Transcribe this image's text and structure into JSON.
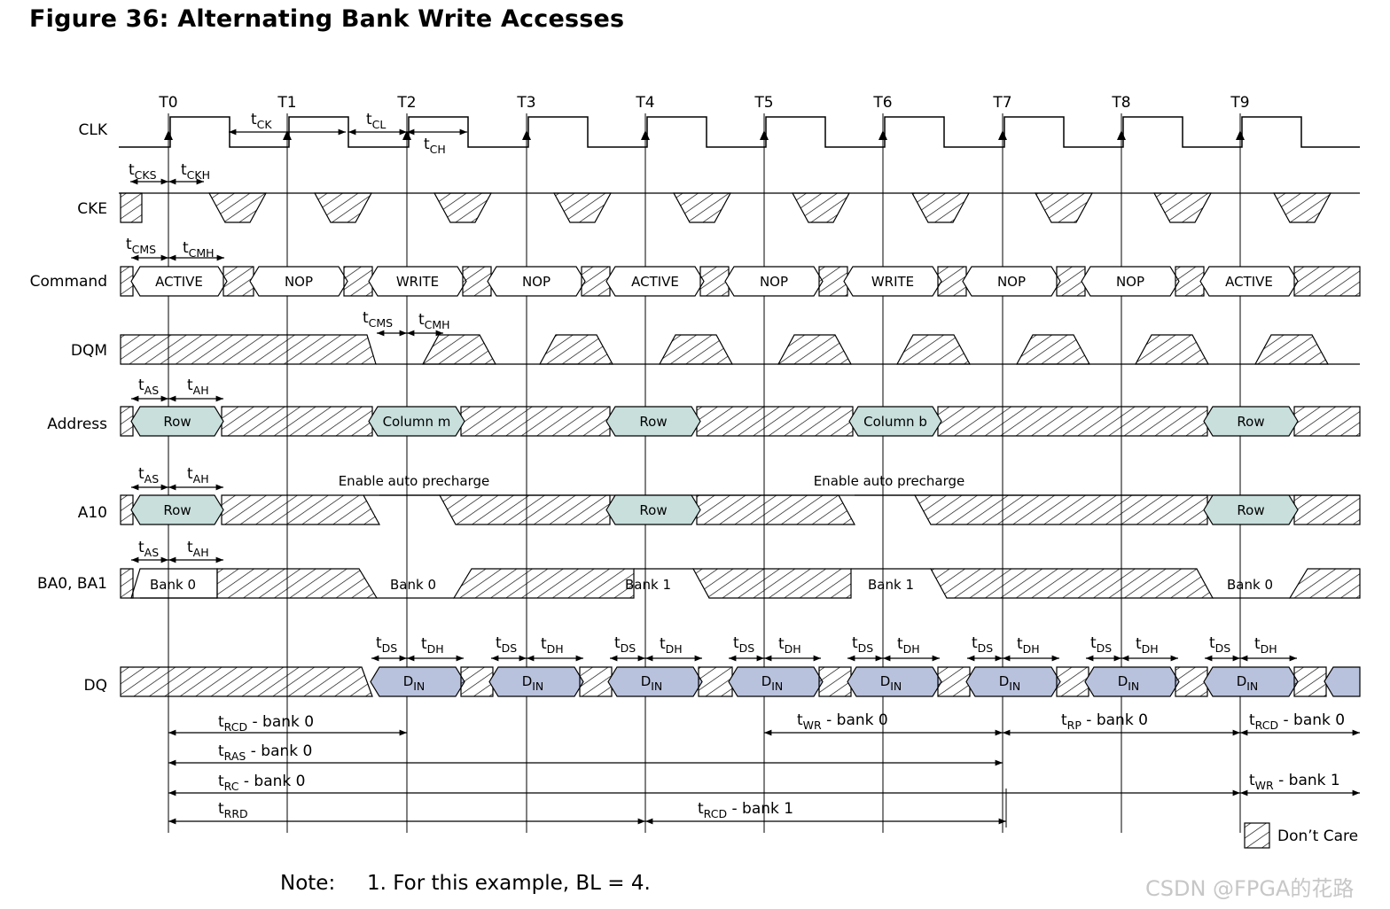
{
  "title": "Figure 36: Alternating Bank Write Accesses",
  "clock_labels": [
    "T0",
    "T1",
    "T2",
    "T3",
    "T4",
    "T5",
    "T6",
    "T7",
    "T8",
    "T9"
  ],
  "signals": [
    "CLK",
    "CKE",
    "Command",
    "DQM",
    "Address",
    "A10",
    "BA0, BA1",
    "DQ"
  ],
  "commands": [
    "ACTIVE",
    "NOP",
    "WRITE",
    "NOP",
    "ACTIVE",
    "NOP",
    "WRITE",
    "NOP",
    "NOP",
    "ACTIVE"
  ],
  "address": [
    "Row",
    "Column m",
    "Row",
    "Column b",
    "Row"
  ],
  "a10": [
    "Row",
    "Row",
    "Row"
  ],
  "a10_notes": [
    "Enable auto precharge",
    "Enable auto precharge"
  ],
  "bank": [
    "Bank 0",
    "Bank 0",
    "Bank 1",
    "Bank 1",
    "Bank 0"
  ],
  "dq_label": "D",
  "dq_sub": "IN",
  "timing": {
    "tCK": [
      "t",
      "CK"
    ],
    "tCL": [
      "t",
      "CL"
    ],
    "tCH": [
      "t",
      "CH"
    ],
    "tCKS": [
      "t",
      "CKS"
    ],
    "tCKH": [
      "t",
      "CKH"
    ],
    "tCMS": [
      "t",
      "CMS"
    ],
    "tCMH": [
      "t",
      "CMH"
    ],
    "tAS": [
      "t",
      "AS"
    ],
    "tAH": [
      "t",
      "AH"
    ],
    "tDS": [
      "t",
      "DS"
    ],
    "tDH": [
      "t",
      "DH"
    ]
  },
  "intervals": [
    {
      "t": "t",
      "sub": "RCD",
      "rest": " - bank 0"
    },
    {
      "t": "t",
      "sub": "WR",
      "rest": " - bank 0"
    },
    {
      "t": "t",
      "sub": "RP",
      "rest": " - bank 0"
    },
    {
      "t": "t",
      "sub": "RCD",
      "rest": " - bank 0"
    },
    {
      "t": "t",
      "sub": "RAS",
      "rest": " - bank 0"
    },
    {
      "t": "t",
      "sub": "RC",
      "rest": " - bank 0"
    },
    {
      "t": "t",
      "sub": "WR",
      "rest": " - bank 1"
    },
    {
      "t": "t",
      "sub": "RRD",
      "rest": ""
    },
    {
      "t": "t",
      "sub": "RCD",
      "rest": " - bank 1"
    }
  ],
  "legend": "Don’t Care",
  "note_label": "Note:",
  "note_text": "1.  For this example, BL = 4.",
  "watermark": "CSDN @FPGA的花路",
  "colors": {
    "valid_fill": "#c8dfdc",
    "din_fill": "#b9c2dd",
    "line": "#000000"
  }
}
